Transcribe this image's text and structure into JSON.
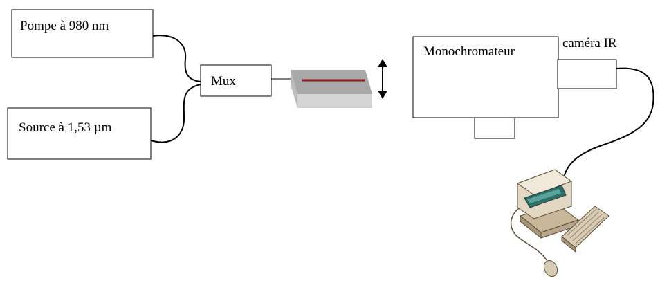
{
  "boxes": {
    "pump": "Pompe à  980 nm",
    "source": "Source à 1,53 µm",
    "mux": "Mux",
    "monochromator": "Monochromateur",
    "camera": "caméra IR"
  },
  "colors": {
    "waveguide": "#8b1a1a",
    "sample_top": "#a8a8a8",
    "sample_side": "#cfcfcf",
    "line": "#000000"
  },
  "icons": [
    "double-arrow-vertical-icon",
    "computer-icon"
  ]
}
